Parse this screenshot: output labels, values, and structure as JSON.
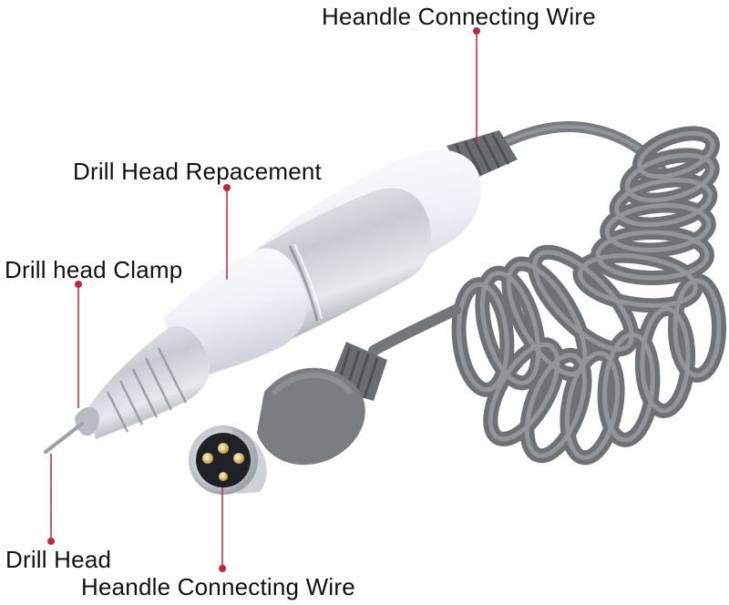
{
  "callouts": {
    "top_wire": "Heandle Connecting Wire",
    "repacement": "Drill Head Repacement",
    "clamp": "Drill head Clamp",
    "drill_head": "Drill Head",
    "bottom_wire": "Heandle Connecting Wire"
  },
  "colors": {
    "cable": "#8a8d90",
    "cable_dark": "#5f6265",
    "handpiece_white": "#eef0f5",
    "metal": "#c9ccd2",
    "leader_line": "#b9283c",
    "label_text": "#111111",
    "background": "#ffffff"
  }
}
